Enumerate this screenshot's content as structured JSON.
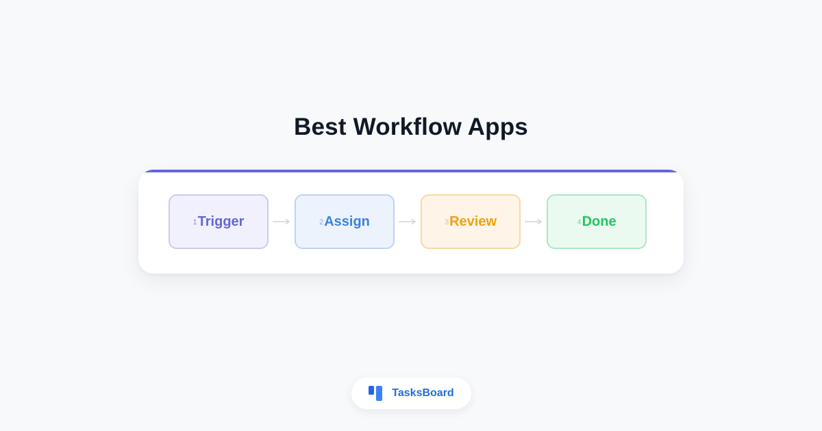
{
  "title": "Best Workflow Apps",
  "accent_color": "#6366d9",
  "steps": [
    {
      "number": "1",
      "label": "Trigger",
      "text_color": "#6366d9",
      "num_color": "#8b8ee6",
      "bg": "#f1f1fd",
      "border": "#c9cbf3"
    },
    {
      "number": "2",
      "label": "Assign",
      "text_color": "#3b82e0",
      "num_color": "#7fa9e6",
      "bg": "#edf3fd",
      "border": "#bcd3f3"
    },
    {
      "number": "3",
      "label": "Review",
      "text_color": "#f0a012",
      "num_color": "#f2c06a",
      "bg": "#fef5e8",
      "border": "#f8d9a4"
    },
    {
      "number": "4",
      "label": "Done",
      "text_color": "#22c55e",
      "num_color": "#6fd79a",
      "bg": "#ebfaf0",
      "border": "#a9e8c2"
    }
  ],
  "arrow_icon": "arrow-right-icon",
  "brand": {
    "name": "TasksBoard",
    "icon": "tasksboard-logo-icon"
  }
}
